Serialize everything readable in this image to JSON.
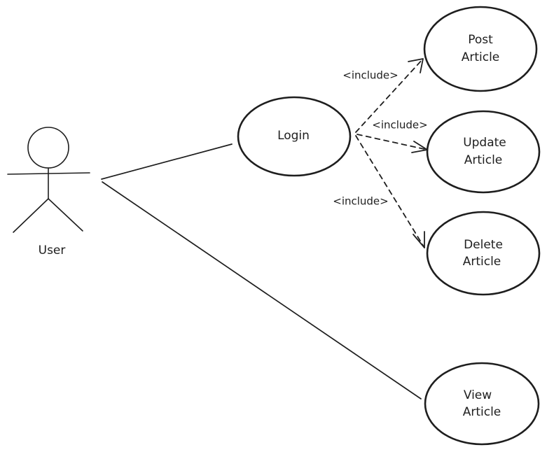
{
  "actor": {
    "label": "User"
  },
  "use_cases": {
    "login": "Login",
    "post_article": [
      "Post",
      "Article"
    ],
    "update_article": [
      "Update",
      "Article"
    ],
    "delete_article": [
      "Delete",
      "Article"
    ],
    "view_article": [
      "View",
      "Article"
    ]
  },
  "relations": {
    "include_post": "<include>",
    "include_update": "<include>",
    "include_delete": "<include>"
  },
  "colors": {
    "stroke": "#1e1e1e",
    "background": "#ffffff"
  }
}
